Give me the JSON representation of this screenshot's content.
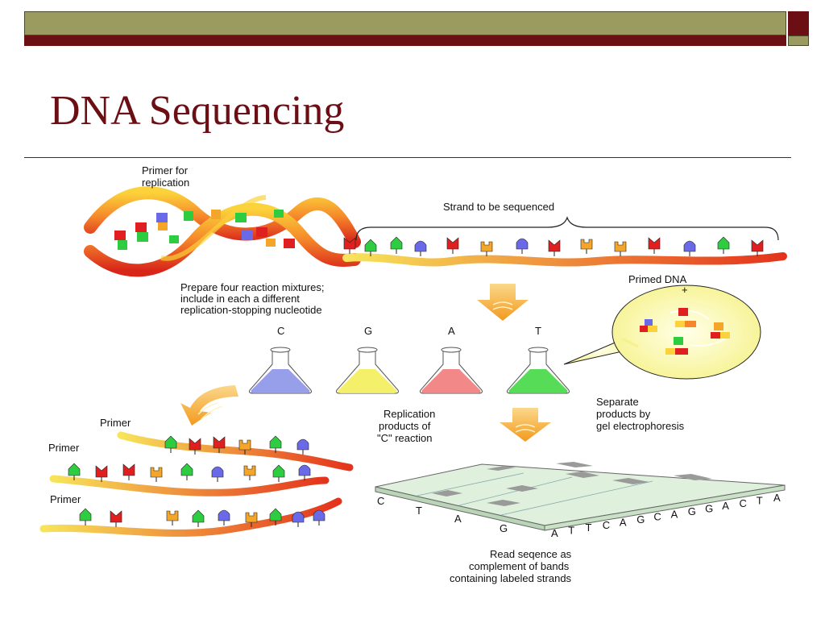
{
  "slide": {
    "title": "DNA Sequencing"
  },
  "diagram": {
    "primer_for_replication": [
      "Primer for",
      "replication"
    ],
    "strand_to_be_sequenced": "Strand to be sequenced",
    "prepare_mixtures": [
      "Prepare four reaction mixtures;",
      "include in each a different",
      "replication-stopping nucleotide"
    ],
    "primed_dna": [
      "Primed DNA",
      "+"
    ],
    "flask_labels": [
      "C",
      "G",
      "A",
      "T"
    ],
    "replication_products": [
      "Replication",
      "products of",
      "\"C\" reaction"
    ],
    "separate_products": [
      "Separate",
      "products by",
      "gel electrophoresis"
    ],
    "primer_labels": [
      "Primer",
      "Primer",
      "Primer"
    ],
    "gel_lane_labels": [
      "C",
      "T",
      "A",
      "G"
    ],
    "read_sequence": "ATTCAGCAGGACTA",
    "read_caption": [
      "Read seqence as",
      "complement of bands",
      "containing labeled strands"
    ]
  },
  "colors": {
    "title": "#6b0f14",
    "flask_c": "#8c93e8",
    "flask_g": "#f3ee5a",
    "flask_a": "#f27b7b",
    "flask_t": "#45d845",
    "arrow": "#f5a623",
    "gel": "#dff0dd"
  }
}
